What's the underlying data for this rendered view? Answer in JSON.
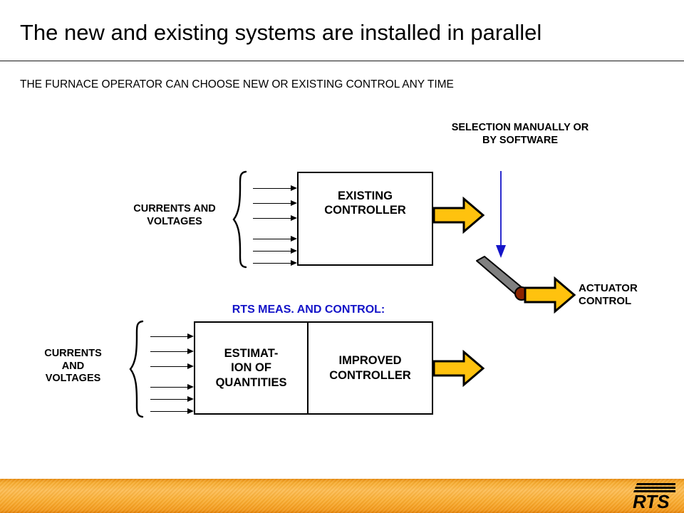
{
  "slide": {
    "title": "The new and existing systems are installed in parallel",
    "subtitle": "THE FURNACE OPERATOR CAN CHOOSE NEW OR EXISTING CONTROL ANY TIME"
  },
  "diagram": {
    "selection_note": "SELECTION MANUALLY OR\nBY SOFTWARE",
    "existing_branch": {
      "inputs_label": "CURRENTS AND\nVOLTAGES",
      "box_label": "EXISTING\nCONTROLLER",
      "input_arrow_count": 6
    },
    "rts_branch": {
      "section_label": "RTS MEAS. AND CONTROL:",
      "inputs_label": "CURRENTS\nAND\nVOLTAGES",
      "estimation_label": "ESTIMAT-\nION OF\nQUANTITIES",
      "controller_label": "IMPROVED\nCONTROLLER",
      "input_arrow_count": 6
    },
    "output_label": "ACTUATOR\nCONTROL"
  },
  "footer": {
    "logo_text": "RTS"
  },
  "colors": {
    "arrow_yellow": "#FFC20E",
    "arrow_yellow_light": "#FFD23F",
    "arrow_outline": "#000000",
    "selection_blue": "#1414C8",
    "section_label_blue": "#1414C8",
    "lever_gray": "#808080",
    "lever_pivot": "#8B2500",
    "footer_orange": "#F6AB2E",
    "text_black": "#000000"
  }
}
